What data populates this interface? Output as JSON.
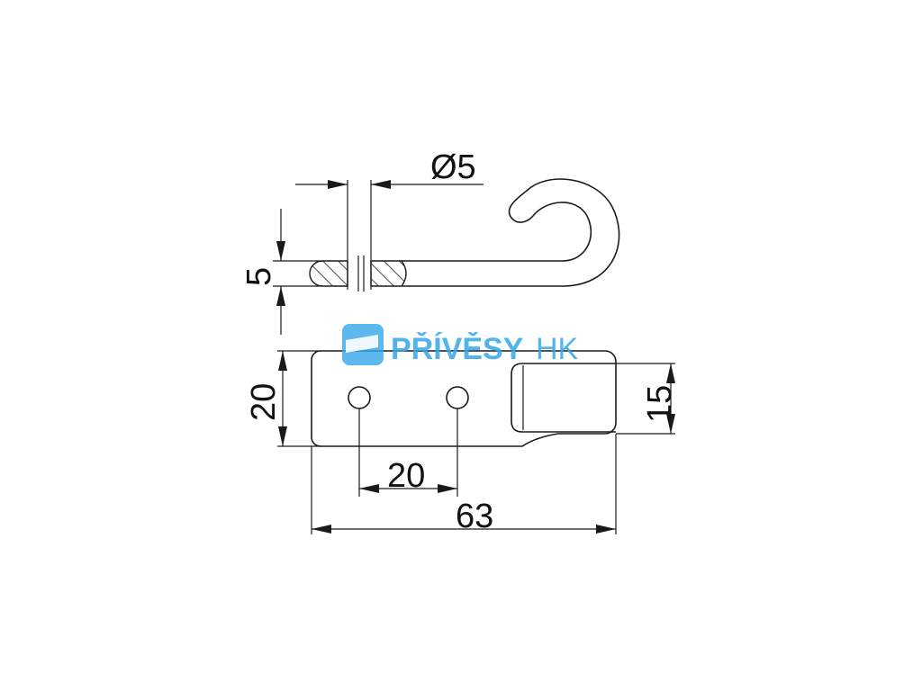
{
  "drawing": {
    "dimensions": {
      "diameter": "Ø5",
      "thickness": "5",
      "width": "20",
      "hook_width": "15",
      "hole_spacing": "20",
      "total_length": "63"
    },
    "watermark": {
      "brand_bold": "PŘÍVĚSY",
      "brand_light": "HK",
      "color": "#35a7e8"
    },
    "line_color": "#1a1a1a"
  }
}
